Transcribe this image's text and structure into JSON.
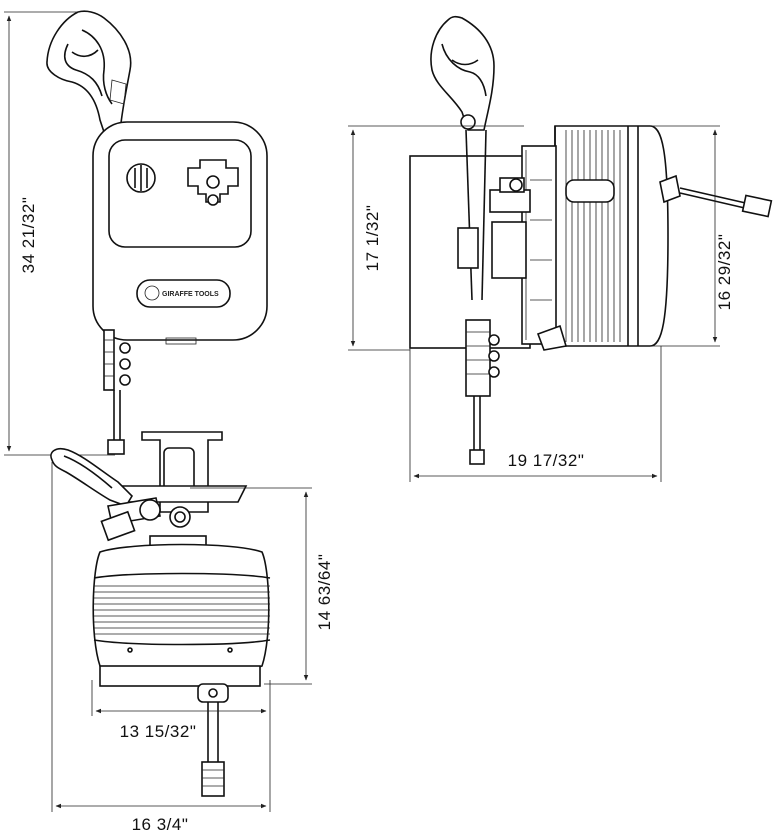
{
  "dimensions": {
    "front_total_height": "34 21/32\"",
    "side_height_body": "17 1/32\"",
    "side_height_arm": "16 29/32\"",
    "side_depth": "19 17/32\"",
    "bottom_height": "14 63/64\"",
    "bottom_body_width": "13 15/32\"",
    "bottom_total_width": "16 3/4\""
  },
  "labels": {
    "brand": "GIRAFFE TOOLS"
  },
  "colors": {
    "line": "#111111",
    "background": "#ffffff"
  }
}
